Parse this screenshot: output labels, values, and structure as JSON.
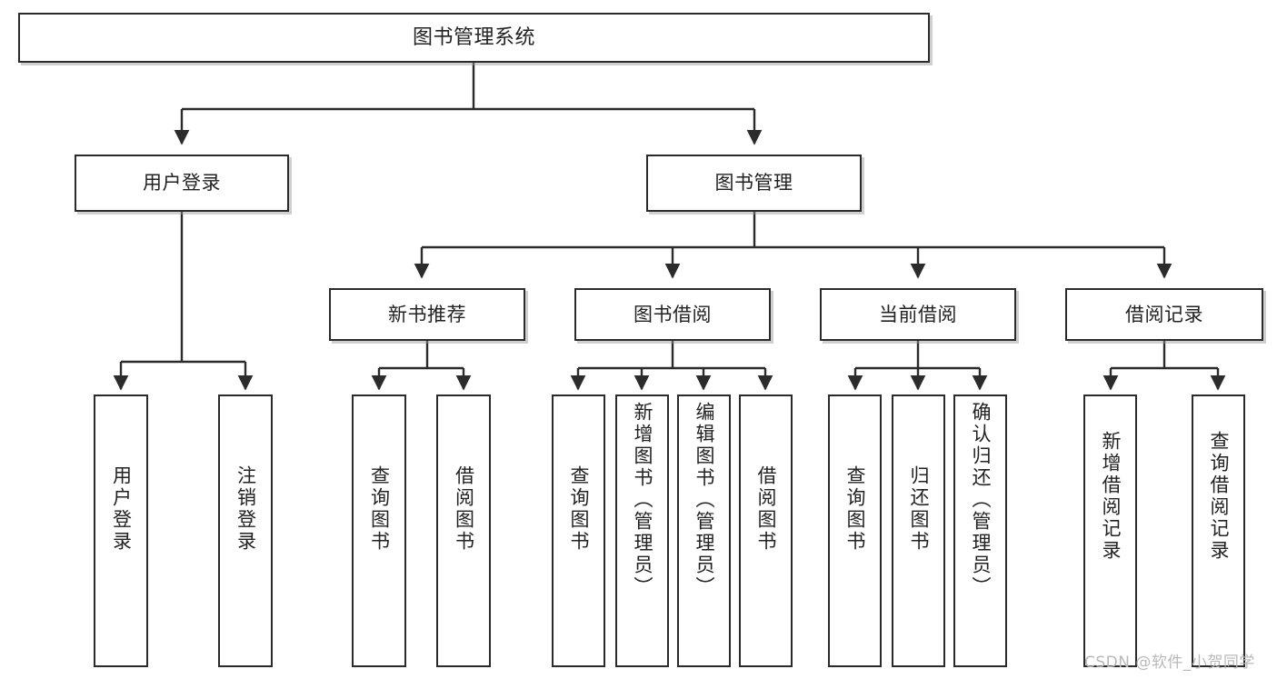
{
  "diagram": {
    "type": "tree",
    "title": "图书管理系统",
    "watermark": "CSDN @软件_小贺同学",
    "colors": {
      "box_border": "#2b2b2b",
      "box_fill": "#ffffff",
      "connector": "#2b2b2b",
      "text": "#222222",
      "watermark": "#b9b9b9"
    },
    "root": {
      "label": "图书管理系统"
    },
    "level2": [
      {
        "id": "user-login",
        "label": "用户登录"
      },
      {
        "id": "book-management",
        "label": "图书管理"
      }
    ],
    "level3": [
      {
        "id": "new-book-recommend",
        "label": "新书推荐"
      },
      {
        "id": "book-borrow",
        "label": "图书借阅"
      },
      {
        "id": "current-borrow",
        "label": "当前借阅"
      },
      {
        "id": "borrow-record",
        "label": "借阅记录"
      }
    ],
    "leaves": {
      "user_login": [
        {
          "id": "leaf-user-login",
          "label": "用户登录"
        },
        {
          "id": "leaf-logout-login",
          "label": "注销登录"
        }
      ],
      "new_book_recommend": [
        {
          "id": "leaf-query-book-1",
          "label": "查询图书"
        },
        {
          "id": "leaf-borrow-book-1",
          "label": "借阅图书"
        }
      ],
      "book_borrow": [
        {
          "id": "leaf-query-book-2",
          "label": "查询图书"
        },
        {
          "id": "leaf-add-book",
          "label": "新增图书（管理员）"
        },
        {
          "id": "leaf-edit-book",
          "label": "编辑图书（管理员）"
        },
        {
          "id": "leaf-borrow-book-2",
          "label": "借阅图书"
        }
      ],
      "current_borrow": [
        {
          "id": "leaf-query-book-3",
          "label": "查询图书"
        },
        {
          "id": "leaf-return-book",
          "label": "归还图书"
        },
        {
          "id": "leaf-confirm-return",
          "label": "确认归还（管理员）"
        }
      ],
      "borrow_record": [
        {
          "id": "leaf-add-borrow-record",
          "label": "新增借阅记录"
        },
        {
          "id": "leaf-query-borrow-record",
          "label": "查询借阅记录"
        }
      ]
    }
  }
}
